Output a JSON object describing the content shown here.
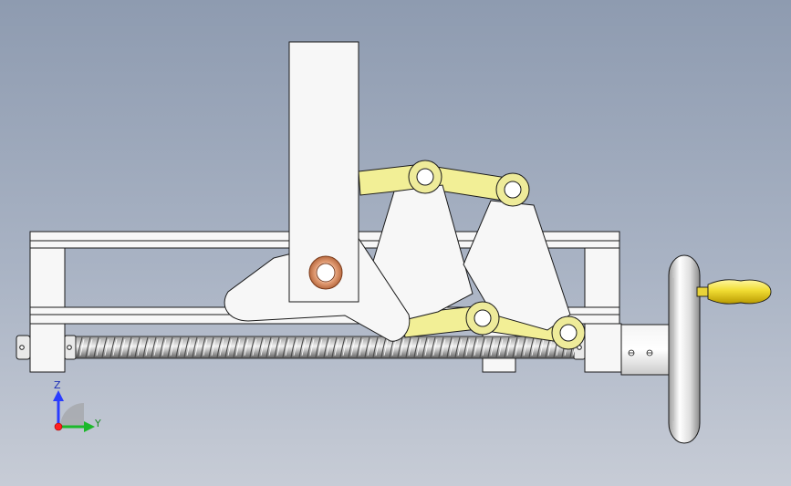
{
  "viewport": {
    "background_top": "#8e9bb0",
    "background_bottom": "#c7ccd6"
  },
  "colors": {
    "frame_fill": "#f7f7f7",
    "outline": "#1a1a1a",
    "link_fill": "#f2ef96",
    "link_shade": "#d8d270",
    "pin_ring": "#eeeb9a",
    "copper_ring": "#d58a5e",
    "screw_light": "#e4e4e4",
    "screw_dark": "#6d6d6d",
    "handle_knob": "#f0dc32",
    "axis_z": "#2a3cff",
    "axis_y": "#1cb82a",
    "axis_x": "#ff2020"
  },
  "triad": {
    "z_label": "Z",
    "y_label": "Y"
  },
  "parts": {
    "vertical_arm": "vertical-clamp-arm",
    "base_frame": "base-frame",
    "lead_screw": "lead-screw",
    "hand_wheel": "hand-wheel",
    "handle_knob": "handle-knob",
    "upper_links": "upper-toggle-links",
    "lower_links": "lower-toggle-links"
  }
}
